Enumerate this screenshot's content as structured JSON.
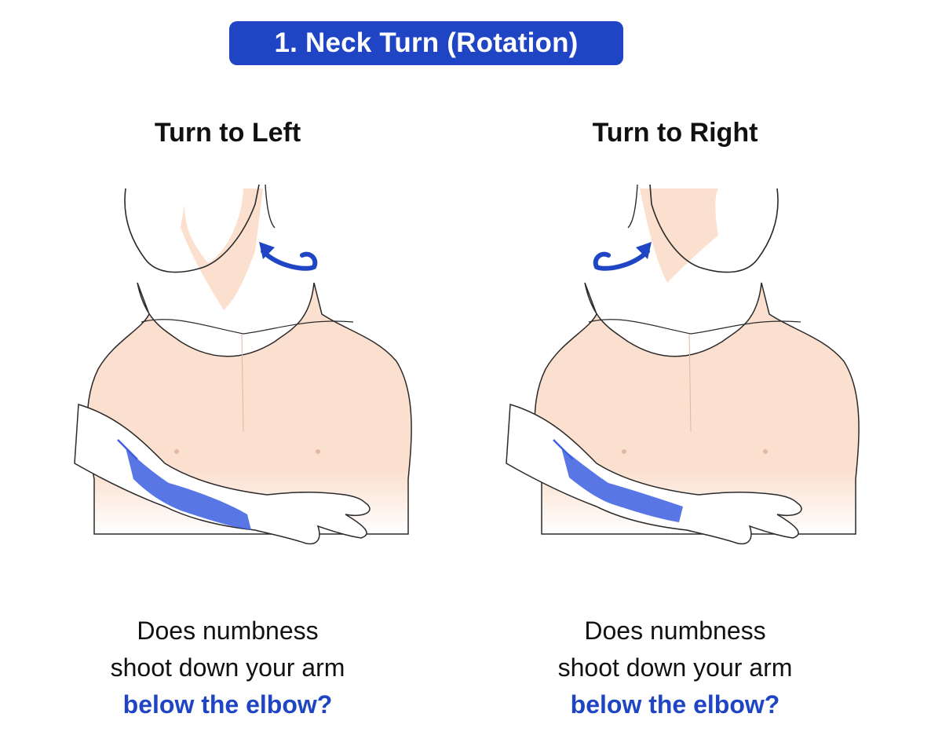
{
  "title": "1. Neck Turn (Rotation)",
  "colors": {
    "accent": "#1f45c4",
    "skin": "#fbe0cf",
    "nerve": "#3b5fe0",
    "outline": "#2a2a2a"
  },
  "panels": [
    {
      "heading": "Turn to Left",
      "question_line1": "Does numbness",
      "question_line2": "shoot down your arm",
      "question_highlight": "below the elbow?",
      "rotation_icon": "curved-arrow-icon"
    },
    {
      "heading": "Turn to Right",
      "question_line1": "Does numbness",
      "question_line2": "shoot down your arm",
      "question_highlight": "below the elbow?",
      "rotation_icon": "curved-arrow-icon"
    }
  ]
}
